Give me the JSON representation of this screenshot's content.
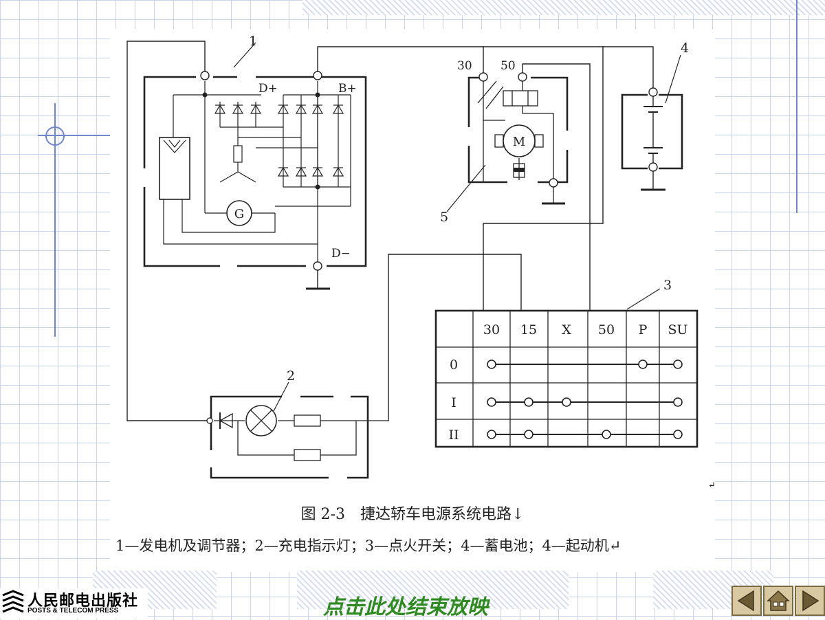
{
  "diagram": {
    "callouts": {
      "generator": "1",
      "indicator": "2",
      "ignition": "3",
      "battery": "4",
      "starter": "5"
    },
    "generator": {
      "d_plus": "D+",
      "b_plus": "B+",
      "d_minus": "D−",
      "gen_symbol": "G"
    },
    "starter": {
      "term_30": "30",
      "term_50": "50",
      "motor_symbol": "M"
    },
    "switch_table": {
      "headers": [
        "30",
        "15",
        "X",
        "50",
        "P",
        "SU"
      ],
      "rows": [
        {
          "label": "0",
          "connect": [
            "30",
            "P",
            "SU"
          ]
        },
        {
          "label": "I",
          "connect": [
            "30",
            "15",
            "X",
            "SU"
          ]
        },
        {
          "label": "II",
          "connect": [
            "30",
            "15",
            "50",
            "SU"
          ]
        }
      ]
    }
  },
  "caption": {
    "figure": "图 2-3　捷达轿车电源系统电路↓",
    "legend": "1—发电机及调节器；2—充电指示灯；3—点火开关；4—蓄电池；4—起动机↵"
  },
  "footer": {
    "publisher_cn": "人民邮电出版社",
    "publisher_en": "POSTS & TELECOM PRESS",
    "end_show": "点击此处结束放映"
  },
  "nav": {
    "prev_icon": "prev-arrow-icon",
    "home_icon": "home-icon",
    "next_icon": "next-arrow-icon"
  },
  "colors": {
    "accent_green": "#2f8a22",
    "deco_blue": "#6f86c8",
    "nav_tan": "#d9c9a3"
  }
}
